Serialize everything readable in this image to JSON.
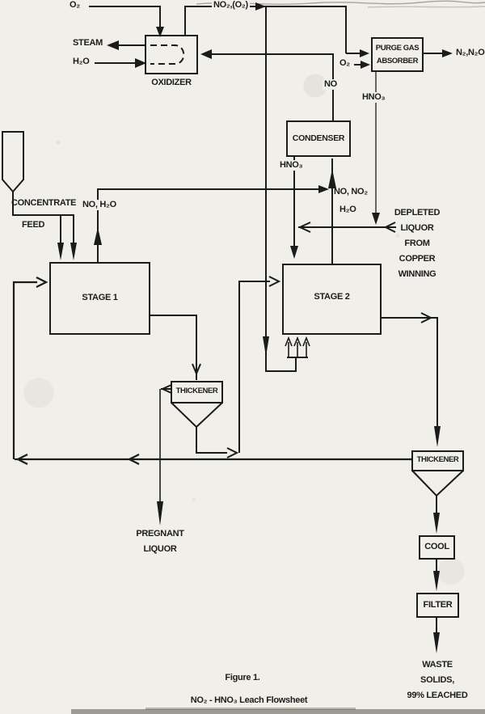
{
  "figure": {
    "caption_line1": "Figure 1.",
    "caption_line2": "NO₂ - HNO₃ Leach Flowsheet"
  },
  "units": {
    "oxidizer": "OXIDIZER",
    "purge_gas_absorber_line1": "PURGE GAS",
    "purge_gas_absorber_line2": "ABSORBER",
    "condenser": "CONDENSER",
    "stage1": "STAGE 1",
    "stage2": "STAGE 2",
    "thickener_left": "THICKENER",
    "thickener_right": "THICKENER",
    "cool": "COOL",
    "filter": "FILTER"
  },
  "streams": {
    "o2_top": "O₂",
    "no2_o2": "NO₂,(O₂)",
    "steam": "STEAM",
    "h2o_oxidizer": "H₂O",
    "no": "NO",
    "o2_absorber": "O₂",
    "n2_n2o": "N₂,N₂O",
    "hno3_absorber": "HNO₃",
    "hno3_condenser": "HNO₃",
    "no_no2": "NO, NO₂",
    "h2o_makeup": "H₂O",
    "no_h2o": "NO, H₂O",
    "concentrate": "CONCENTRATE",
    "feed": "FEED",
    "depleted_liquor": [
      "DEPLETED",
      "LIQUOR",
      "FROM",
      "COPPER",
      "WINNING"
    ],
    "pregnant_liquor": [
      "PREGNANT",
      "LIQUOR"
    ],
    "waste_solids": [
      "WASTE",
      "SOLIDS,",
      "99% LEACHED"
    ]
  },
  "colors": {
    "ink": "#1b1b1b",
    "paper": "#f1efe9"
  }
}
